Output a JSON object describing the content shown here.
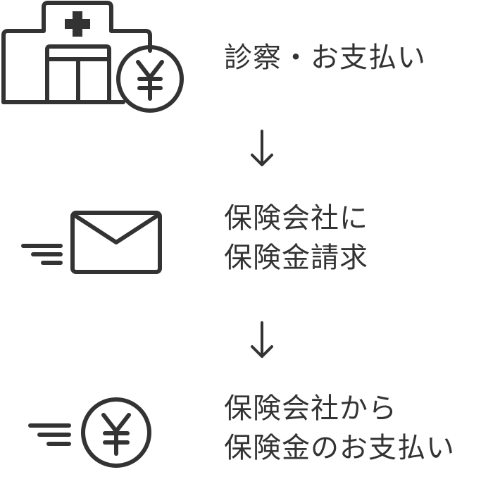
{
  "colors": {
    "stroke": "#333333",
    "background": "#ffffff"
  },
  "steps": [
    {
      "icon": "hospital-yen-icon",
      "lines": [
        "診察・お支払い"
      ]
    },
    {
      "icon": "envelope-send-icon",
      "lines": [
        "保険会社に",
        "保険金請求"
      ]
    },
    {
      "icon": "yen-coin-send-icon",
      "lines": [
        "保険会社から",
        "保険金のお支払い"
      ]
    }
  ]
}
